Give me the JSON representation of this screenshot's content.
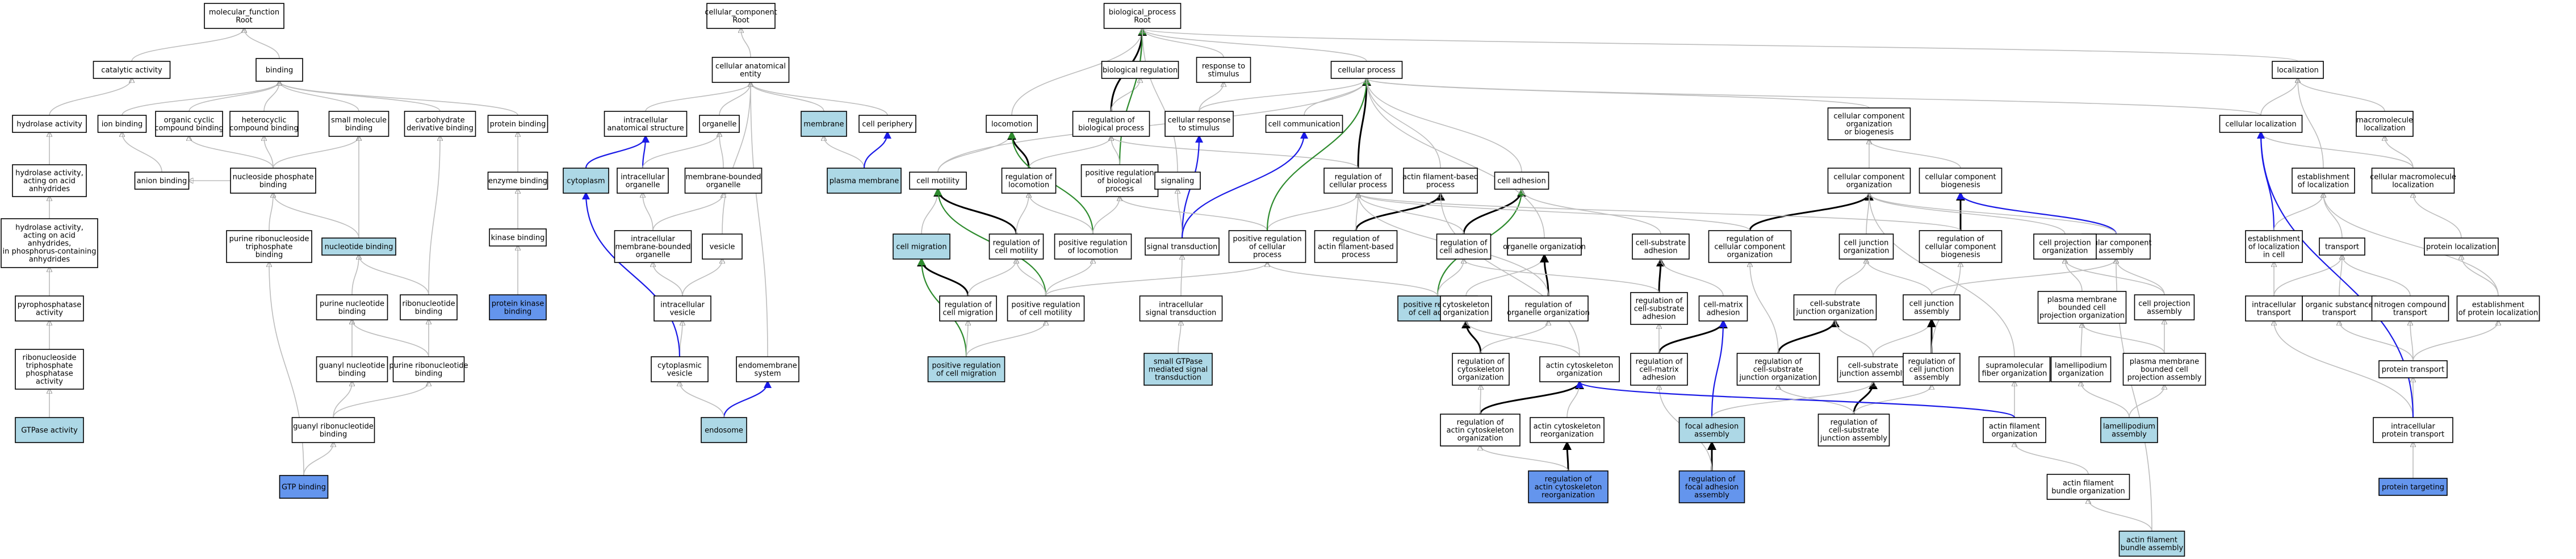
{
  "colors": {
    "box_default": "#ffffff",
    "box_light": "#add8e6",
    "box_dark": "#6495ed",
    "edge_gray": "#bdbdbd",
    "edge_black": "#000000",
    "edge_green": "#2e8b2e",
    "edge_blue": "#1a1ae6"
  },
  "nodes": [
    {
      "id": "mf",
      "lines": [
        "molecular_function",
        "Root"
      ],
      "fill": "default"
    },
    {
      "id": "cc",
      "lines": [
        "cellular_component",
        "Root"
      ],
      "fill": "default"
    },
    {
      "id": "bp",
      "lines": [
        "biological_process",
        "Root"
      ],
      "fill": "default"
    },
    {
      "id": "catalytic",
      "lines": [
        "catalytic activity"
      ],
      "fill": "default"
    },
    {
      "id": "binding",
      "lines": [
        "binding"
      ],
      "fill": "default"
    },
    {
      "id": "hydrolase",
      "lines": [
        "hydrolase activity"
      ],
      "fill": "default"
    },
    {
      "id": "ionbind",
      "lines": [
        "ion binding"
      ],
      "fill": "default"
    },
    {
      "id": "ocyclic",
      "lines": [
        "organic cyclic",
        "compound binding"
      ],
      "fill": "default"
    },
    {
      "id": "hetcyc",
      "lines": [
        "heterocyclic",
        "compound binding"
      ],
      "fill": "default"
    },
    {
      "id": "smallmol",
      "lines": [
        "small molecule",
        "binding"
      ],
      "fill": "default"
    },
    {
      "id": "carbder",
      "lines": [
        "carbohydrate",
        "derivative binding"
      ],
      "fill": "default"
    },
    {
      "id": "protbind",
      "lines": [
        "protein binding"
      ],
      "fill": "default"
    },
    {
      "id": "hydanh",
      "lines": [
        "hydrolase activity,",
        "acting on acid",
        "anhydrides"
      ],
      "fill": "default"
    },
    {
      "id": "anion",
      "lines": [
        "anion binding"
      ],
      "fill": "default"
    },
    {
      "id": "ntpbind",
      "lines": [
        "nucleoside phosphate",
        "binding"
      ],
      "fill": "default"
    },
    {
      "id": "enzbind",
      "lines": [
        "enzyme binding"
      ],
      "fill": "default"
    },
    {
      "id": "hydphos",
      "lines": [
        "hydrolase activity,",
        "acting on acid",
        "anhydrides,",
        "in phosphorus-containing",
        "anhydrides"
      ],
      "fill": "default"
    },
    {
      "id": "prnsb",
      "lines": [
        "purine ribonucleoside",
        "triphosphate",
        "binding"
      ],
      "fill": "default"
    },
    {
      "id": "nucbind",
      "lines": [
        "nucleotide binding"
      ],
      "fill": "light"
    },
    {
      "id": "kinbind",
      "lines": [
        "kinase binding"
      ],
      "fill": "default"
    },
    {
      "id": "pyro",
      "lines": [
        "pyrophosphatase",
        "activity"
      ],
      "fill": "default"
    },
    {
      "id": "purnuc",
      "lines": [
        "purine nucleotide",
        "binding"
      ],
      "fill": "default"
    },
    {
      "id": "ribonuc",
      "lines": [
        "ribonucleotide",
        "binding"
      ],
      "fill": "default"
    },
    {
      "id": "pkb",
      "lines": [
        "protein kinase",
        "binding"
      ],
      "fill": "dark"
    },
    {
      "id": "ntpase",
      "lines": [
        "ribonucleoside",
        "triphosphate",
        "phosphatase",
        "activity"
      ],
      "fill": "default"
    },
    {
      "id": "guanuc",
      "lines": [
        "guanyl nucleotide",
        "binding"
      ],
      "fill": "default"
    },
    {
      "id": "purribo",
      "lines": [
        "purine ribonucleotide",
        "binding"
      ],
      "fill": "default"
    },
    {
      "id": "gtpase",
      "lines": [
        "GTPase activity"
      ],
      "fill": "light"
    },
    {
      "id": "guanribo",
      "lines": [
        "guanyl ribonucleotide",
        "binding"
      ],
      "fill": "default"
    },
    {
      "id": "gtpbind",
      "lines": [
        "GTP binding"
      ],
      "fill": "dark"
    },
    {
      "id": "cae",
      "lines": [
        "cellular anatomical",
        "entity"
      ],
      "fill": "default"
    },
    {
      "id": "ias",
      "lines": [
        "intracellular",
        "anatomical structure"
      ],
      "fill": "default"
    },
    {
      "id": "organelle",
      "lines": [
        "organelle"
      ],
      "fill": "default"
    },
    {
      "id": "membrane",
      "lines": [
        "membrane"
      ],
      "fill": "light"
    },
    {
      "id": "cellperi",
      "lines": [
        "cell periphery"
      ],
      "fill": "default"
    },
    {
      "id": "cytoplasm",
      "lines": [
        "cytoplasm"
      ],
      "fill": "light"
    },
    {
      "id": "intorg",
      "lines": [
        "intracellular",
        "organelle"
      ],
      "fill": "default"
    },
    {
      "id": "mbo",
      "lines": [
        "membrane-bounded",
        "organelle"
      ],
      "fill": "default"
    },
    {
      "id": "pm",
      "lines": [
        "plasma membrane"
      ],
      "fill": "light"
    },
    {
      "id": "imbo",
      "lines": [
        "intracellular",
        "membrane-bounded",
        "organelle"
      ],
      "fill": "default"
    },
    {
      "id": "vesicle",
      "lines": [
        "vesicle"
      ],
      "fill": "default"
    },
    {
      "id": "intves",
      "lines": [
        "intracellular",
        "vesicle"
      ],
      "fill": "default"
    },
    {
      "id": "cytves",
      "lines": [
        "cytoplasmic",
        "vesicle"
      ],
      "fill": "default"
    },
    {
      "id": "endomem",
      "lines": [
        "endomembrane",
        "system"
      ],
      "fill": "default"
    },
    {
      "id": "endosome",
      "lines": [
        "endosome"
      ],
      "fill": "light"
    },
    {
      "id": "bioreg",
      "lines": [
        "biological regulation"
      ],
      "fill": "default"
    },
    {
      "id": "resp",
      "lines": [
        "response to",
        "stimulus"
      ],
      "fill": "default"
    },
    {
      "id": "cellproc",
      "lines": [
        "cellular process"
      ],
      "fill": "default"
    },
    {
      "id": "loco",
      "lines": [
        "locomotion"
      ],
      "fill": "default"
    },
    {
      "id": "regbp",
      "lines": [
        "regulation of",
        "biological process"
      ],
      "fill": "default"
    },
    {
      "id": "cresp",
      "lines": [
        "cellular response",
        "to stimulus"
      ],
      "fill": "default"
    },
    {
      "id": "ccomm",
      "lines": [
        "cell communication"
      ],
      "fill": "default"
    },
    {
      "id": "cmot",
      "lines": [
        "cell motility"
      ],
      "fill": "default"
    },
    {
      "id": "regloco",
      "lines": [
        "regulation of",
        "locomotion"
      ],
      "fill": "default"
    },
    {
      "id": "posregbp",
      "lines": [
        "positive regulation",
        "of biological",
        "process"
      ],
      "fill": "default"
    },
    {
      "id": "signaling",
      "lines": [
        "signaling"
      ],
      "fill": "default"
    },
    {
      "id": "regcp",
      "lines": [
        "regulation of",
        "cellular process"
      ],
      "fill": "default"
    },
    {
      "id": "afbp",
      "lines": [
        "actin filament-based",
        "process"
      ],
      "fill": "default"
    },
    {
      "id": "celladh",
      "lines": [
        "cell adhesion"
      ],
      "fill": "default"
    },
    {
      "id": "cmig",
      "lines": [
        "cell migration"
      ],
      "fill": "light"
    },
    {
      "id": "regcmot",
      "lines": [
        "regulation of",
        "cell motility"
      ],
      "fill": "default"
    },
    {
      "id": "posregloco",
      "lines": [
        "positive regulation",
        "of locomotion"
      ],
      "fill": "default"
    },
    {
      "id": "sigtrans",
      "lines": [
        "signal transduction"
      ],
      "fill": "default"
    },
    {
      "id": "posregcp",
      "lines": [
        "positive regulation",
        "of cellular",
        "process"
      ],
      "fill": "default"
    },
    {
      "id": "regafbp",
      "lines": [
        "regulation of",
        "actin filament-based",
        "process"
      ],
      "fill": "default"
    },
    {
      "id": "regcadh",
      "lines": [
        "regulation of",
        "cell adhesion"
      ],
      "fill": "default"
    },
    {
      "id": "orgorg",
      "lines": [
        "organelle organization"
      ],
      "fill": "default"
    },
    {
      "id": "regcmig",
      "lines": [
        "regulation of",
        "cell migration"
      ],
      "fill": "default"
    },
    {
      "id": "posregcmot",
      "lines": [
        "positive regulation",
        "of cell motility"
      ],
      "fill": "default"
    },
    {
      "id": "intsig",
      "lines": [
        "intracellular",
        "signal transduction"
      ],
      "fill": "default"
    },
    {
      "id": "posregcadh",
      "lines": [
        "positive regulation",
        "of cell adhesion"
      ],
      "fill": "light"
    },
    {
      "id": "cytoorg",
      "lines": [
        "cytoskeleton",
        "organization"
      ],
      "fill": "default"
    },
    {
      "id": "regorgorg",
      "lines": [
        "regulation of",
        "organelle organization"
      ],
      "fill": "default"
    },
    {
      "id": "posregcmig",
      "lines": [
        "positive regulation",
        "of cell migration"
      ],
      "fill": "light"
    },
    {
      "id": "sgtpase",
      "lines": [
        "small GTPase",
        "mediated signal",
        "transduction"
      ],
      "fill": "light"
    },
    {
      "id": "regcyto",
      "lines": [
        "regulation of",
        "cytoskeleton",
        "organization"
      ],
      "fill": "default"
    },
    {
      "id": "actcyto",
      "lines": [
        "actin cytoskeleton",
        "organization"
      ],
      "fill": "default"
    },
    {
      "id": "regactcyto",
      "lines": [
        "regulation of",
        "actin cytoskeleton",
        "organization"
      ],
      "fill": "default"
    },
    {
      "id": "acr",
      "lines": [
        "actin cytoskeleton",
        "reorganization"
      ],
      "fill": "default"
    },
    {
      "id": "regacr",
      "lines": [
        "regulation of",
        "actin cytoskeleton",
        "reorganization"
      ],
      "fill": "dark"
    },
    {
      "id": "csa",
      "lines": [
        "cell-substrate",
        "adhesion"
      ],
      "fill": "default"
    },
    {
      "id": "regcsa",
      "lines": [
        "regulation of",
        "cell-substrate",
        "adhesion"
      ],
      "fill": "default"
    },
    {
      "id": "cma",
      "lines": [
        "cell-matrix",
        "adhesion"
      ],
      "fill": "default"
    },
    {
      "id": "regcma",
      "lines": [
        "regulation of",
        "cell-matrix",
        "adhesion"
      ],
      "fill": "default"
    },
    {
      "id": "fa",
      "lines": [
        "focal adhesion",
        "assembly"
      ],
      "fill": "light"
    },
    {
      "id": "regfa",
      "lines": [
        "regulation of",
        "focal adhesion",
        "assembly"
      ],
      "fill": "dark"
    },
    {
      "id": "ccob",
      "lines": [
        "cellular component",
        "organization",
        "or biogenesis"
      ],
      "fill": "default"
    },
    {
      "id": "cco",
      "lines": [
        "cellular component",
        "organization"
      ],
      "fill": "default"
    },
    {
      "id": "ccb",
      "lines": [
        "cellular component",
        "biogenesis"
      ],
      "fill": "default"
    },
    {
      "id": "regcco",
      "lines": [
        "regulation of",
        "cellular component",
        "organization"
      ],
      "fill": "default"
    },
    {
      "id": "cjo",
      "lines": [
        "cell junction",
        "organization"
      ],
      "fill": "default"
    },
    {
      "id": "regccb",
      "lines": [
        "regulation of",
        "cellular component",
        "biogenesis"
      ],
      "fill": "default"
    },
    {
      "id": "cca",
      "lines": [
        "cellular component",
        "assembly"
      ],
      "fill": "default"
    },
    {
      "id": "cpo",
      "lines": [
        "cell projection",
        "organization"
      ],
      "fill": "default"
    },
    {
      "id": "csjo",
      "lines": [
        "cell-substrate",
        "junction organization"
      ],
      "fill": "default"
    },
    {
      "id": "cja",
      "lines": [
        "cell junction",
        "assembly"
      ],
      "fill": "default"
    },
    {
      "id": "pmbcpo",
      "lines": [
        "plasma membrane",
        "bounded cell",
        "projection organization"
      ],
      "fill": "default"
    },
    {
      "id": "cpa",
      "lines": [
        "cell projection",
        "assembly"
      ],
      "fill": "default"
    },
    {
      "id": "regcsjo",
      "lines": [
        "regulation of",
        "cell-substrate",
        "junction organization"
      ],
      "fill": "default"
    },
    {
      "id": "csja",
      "lines": [
        "cell-substrate",
        "junction assembly"
      ],
      "fill": "default"
    },
    {
      "id": "regcja",
      "lines": [
        "regulation of",
        "cell junction",
        "assembly"
      ],
      "fill": "default"
    },
    {
      "id": "sfo",
      "lines": [
        "supramolecular",
        "fiber organization"
      ],
      "fill": "default"
    },
    {
      "id": "lamorg",
      "lines": [
        "lamellipodium",
        "organization"
      ],
      "fill": "default"
    },
    {
      "id": "pmbcpa",
      "lines": [
        "plasma membrane",
        "bounded cell",
        "projection assembly"
      ],
      "fill": "default"
    },
    {
      "id": "regcsja",
      "lines": [
        "regulation of",
        "cell-substrate",
        "junction assembly"
      ],
      "fill": "default"
    },
    {
      "id": "afo",
      "lines": [
        "actin filament",
        "organization"
      ],
      "fill": "default"
    },
    {
      "id": "lamasm",
      "lines": [
        "lamellipodium",
        "assembly"
      ],
      "fill": "light"
    },
    {
      "id": "afbo",
      "lines": [
        "actin filament",
        "bundle organization"
      ],
      "fill": "default"
    },
    {
      "id": "afba",
      "lines": [
        "actin filament",
        "bundle assembly"
      ],
      "fill": "light"
    },
    {
      "id": "local",
      "lines": [
        "localization"
      ],
      "fill": "default"
    },
    {
      "id": "cloc",
      "lines": [
        "cellular localization"
      ],
      "fill": "default"
    },
    {
      "id": "macloc",
      "lines": [
        "macromolecule",
        "localization"
      ],
      "fill": "default"
    },
    {
      "id": "estloc",
      "lines": [
        "establishment",
        "of localization"
      ],
      "fill": "default"
    },
    {
      "id": "cmacloc",
      "lines": [
        "cellular macromolecule",
        "localization"
      ],
      "fill": "default"
    },
    {
      "id": "estlocc",
      "lines": [
        "establishment",
        "of localization",
        "in cell"
      ],
      "fill": "default"
    },
    {
      "id": "transport",
      "lines": [
        "transport"
      ],
      "fill": "default"
    },
    {
      "id": "protloc",
      "lines": [
        "protein localization"
      ],
      "fill": "default"
    },
    {
      "id": "inttrans",
      "lines": [
        "intracellular",
        "transport"
      ],
      "fill": "default"
    },
    {
      "id": "orgsub",
      "lines": [
        "organic substance",
        "transport"
      ],
      "fill": "default"
    },
    {
      "id": "nitro",
      "lines": [
        "nitrogen compound",
        "transport"
      ],
      "fill": "default"
    },
    {
      "id": "estprot",
      "lines": [
        "establishment",
        "of protein localization"
      ],
      "fill": "default"
    },
    {
      "id": "prottrans",
      "lines": [
        "protein transport"
      ],
      "fill": "default"
    },
    {
      "id": "intprot",
      "lines": [
        "intracellular",
        "protein transport"
      ],
      "fill": "default"
    },
    {
      "id": "prottarg",
      "lines": [
        "protein targeting"
      ],
      "fill": "dark"
    }
  ]
}
